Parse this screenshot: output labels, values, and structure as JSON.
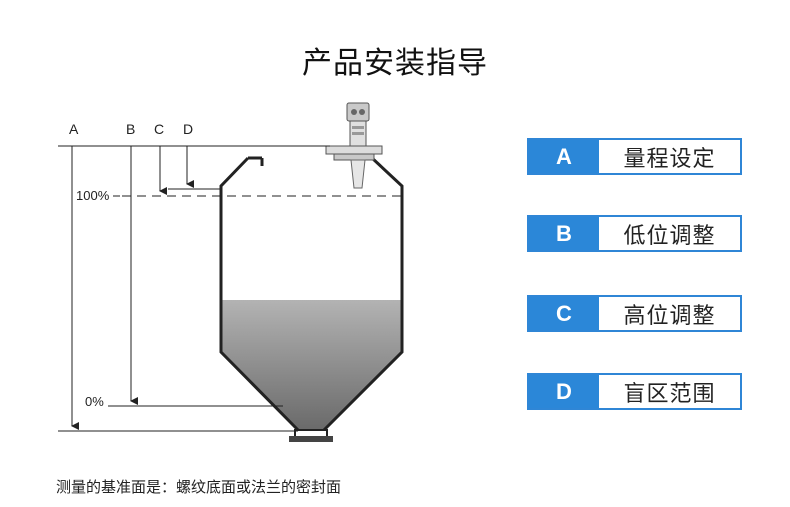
{
  "title": "产品安装指导",
  "diagram": {
    "col_a": "A",
    "col_b": "B",
    "col_c": "C",
    "col_d": "D",
    "level_100": "100%",
    "level_0": "0%"
  },
  "legend": [
    {
      "key": "A",
      "label": "量程设定"
    },
    {
      "key": "B",
      "label": "低位调整"
    },
    {
      "key": "C",
      "label": "高位调整"
    },
    {
      "key": "D",
      "label": "盲区范围"
    }
  ],
  "footnote": "测量的基准面是：螺纹底面或法兰的密封面",
  "colors": {
    "accent": "#2b87d8",
    "liquid_top": "#9a9a9a",
    "liquid_bottom": "#6f6f6f"
  }
}
